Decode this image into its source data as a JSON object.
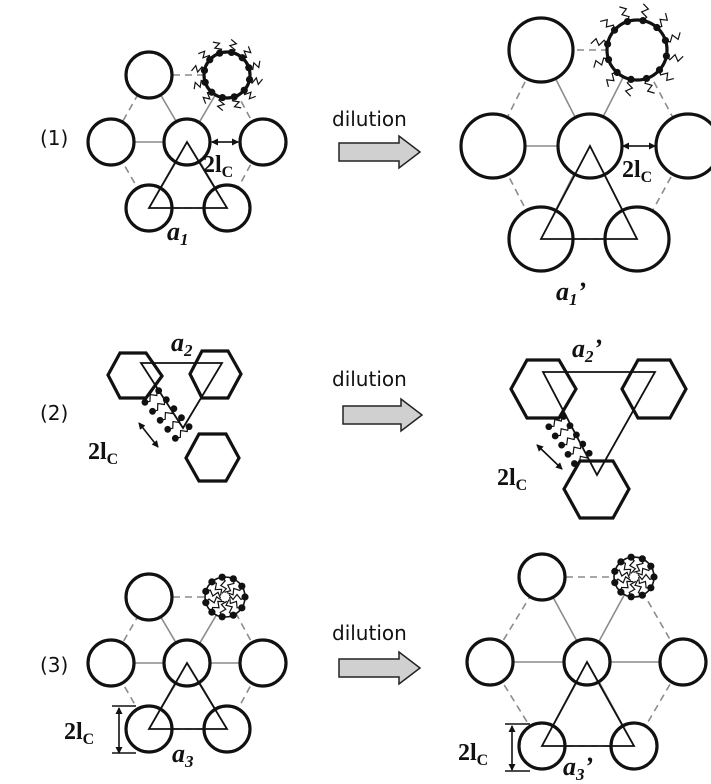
{
  "rows": [
    {
      "label": "(1)",
      "arrow_label": "dilution",
      "left_lattice": {
        "a": "a",
        "sub": "1",
        "prime": ""
      },
      "right_lattice": {
        "a": "a",
        "sub": "1",
        "prime": "’"
      }
    },
    {
      "label": "(2)",
      "arrow_label": "dilution",
      "left_lattice": {
        "a": "a",
        "sub": "2",
        "prime": ""
      },
      "right_lattice": {
        "a": "a",
        "sub": "2",
        "prime": "’"
      }
    },
    {
      "label": "(3)",
      "arrow_label": "dilution",
      "left_lattice": {
        "a": "a",
        "sub": "3",
        "prime": ""
      },
      "right_lattice": {
        "a": "a",
        "sub": "3",
        "prime": "’"
      }
    }
  ],
  "spacing_label": {
    "main": "2l",
    "sub": "C"
  },
  "colors": {
    "line": "#111111",
    "dashed": "#8c8c8c",
    "arrow_fill": "#d0d0d0"
  }
}
